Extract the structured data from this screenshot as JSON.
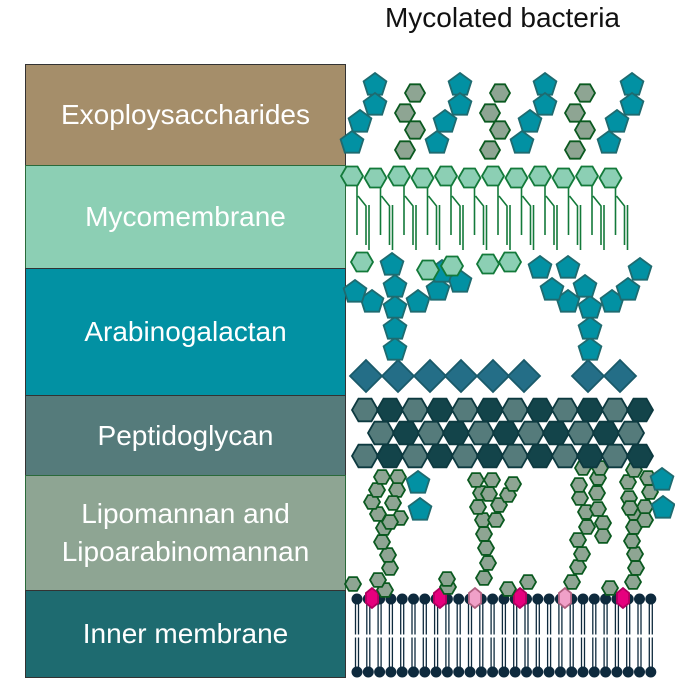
{
  "title": "Mycolated bacteria",
  "layers": [
    {
      "label": "Exoploysaccharides",
      "color": "#a58e6a"
    },
    {
      "label": "Mycomembrane",
      "color": "#8ccfb4"
    },
    {
      "label": "Arabinogalactan",
      "color": "#0291a3"
    },
    {
      "label": "Peptidoglycan",
      "color": "#557b7b"
    },
    {
      "label": "Lipomannan and Lipoarabinomannan",
      "color": "#8ea593"
    },
    {
      "label": "Inner membrane",
      "color": "#1e6b70"
    }
  ],
  "colors": {
    "pentagon": "#0291a3",
    "hex_grey": "#8ea593",
    "hex_mint": "#8ccfb4",
    "diamond": "#246e87",
    "pg_light": "#557b7b",
    "pg_dark": "#13444a",
    "lipid": "#0e2a3d",
    "magenta": "#e6007e",
    "pink": "#f0a0c8"
  }
}
